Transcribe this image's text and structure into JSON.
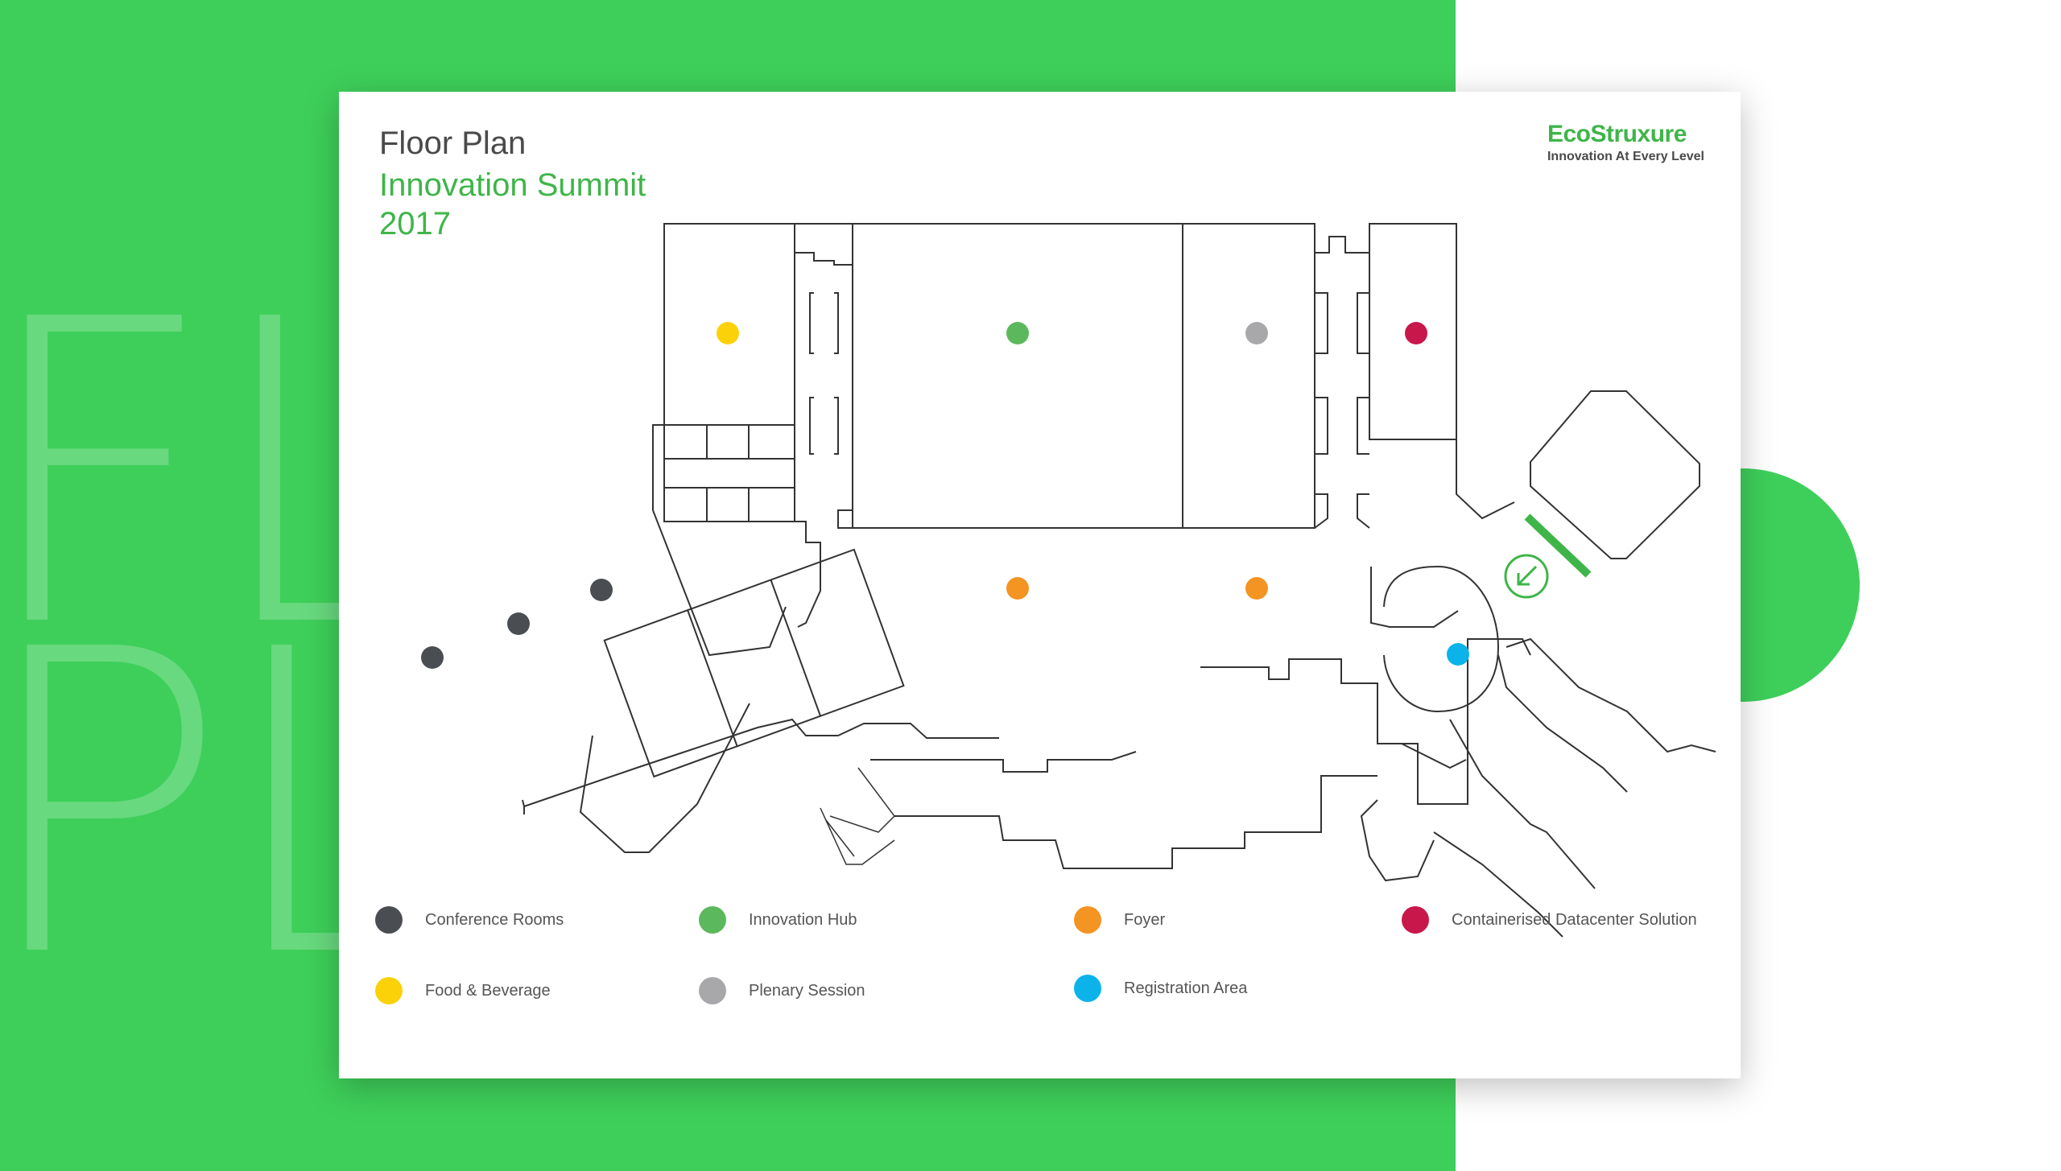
{
  "header": {
    "title": "Floor Plan",
    "subtitle": "Innovation Summit 2017"
  },
  "logo": {
    "name": "EcoStruxure",
    "tagline": "Innovation At Every Level"
  },
  "background": {
    "line1": "FL",
    "line2": "PL"
  },
  "legend": [
    {
      "label": "Conference Rooms",
      "color": "#4a4e53"
    },
    {
      "label": "Innovation Hub",
      "color": "#5cb85c"
    },
    {
      "label": "Foyer",
      "color": "#f39423"
    },
    {
      "label": "Containerised Datacenter Solution",
      "color": "#c8174a"
    },
    {
      "label": "Food & Beverage",
      "color": "#fbd20a"
    },
    {
      "label": "Plenary Session",
      "color": "#a8a8ab"
    },
    {
      "label": "Registration Area",
      "color": "#0bb3ea"
    }
  ],
  "colors": {
    "brand_green": "#3ecf5a",
    "accent_green": "#3fb549",
    "plan_line": "#333333"
  },
  "icons": {
    "entrance": "entrance-arrow-icon"
  }
}
